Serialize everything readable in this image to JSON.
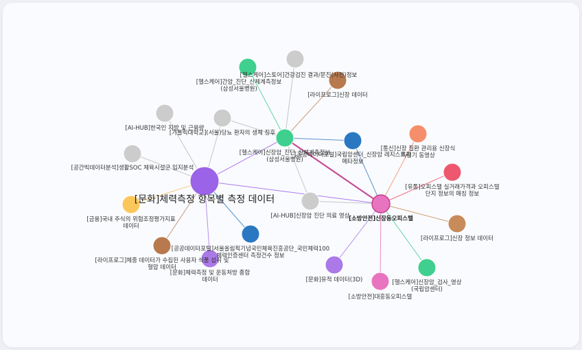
{
  "graph": {
    "nodes": [
      {
        "id": "hub",
        "color": "#9b63e8",
        "lines": [
          "[문화]체력측정 항목별 측정 데이터"
        ]
      },
      {
        "id": "n1",
        "color": "#cccccc",
        "lines": [
          "[AI-HUB]한국인 지방 및 근육량"
        ]
      },
      {
        "id": "n2",
        "color": "#cccccc",
        "lines": [
          "[가톨릭대학교](서울)당뇨 환자의 생체 징후"
        ]
      },
      {
        "id": "n3",
        "color": "#cccccc",
        "lines": [
          "[공간빅데이터분석]생활SOC 체육시설군 입지분석"
        ]
      },
      {
        "id": "n4",
        "color": "#fcc75a",
        "lines": [
          "[금융]국내 주식의 위험조정평가지표",
          "데이터"
        ]
      },
      {
        "id": "n5",
        "color": "#b8794f",
        "lines": [
          "[라이프로그]체중 데이터가 수집된 사용자 식품 섭취 및",
          "혈압 데이터"
        ]
      },
      {
        "id": "n6",
        "color": "#ab79e8",
        "lines": [
          "[문화]체력측정 및 운동처방 종합",
          "데이터"
        ]
      },
      {
        "id": "n7",
        "color": "#2a78c2",
        "lines": [
          "[공공데이터포털]서울올림픽기념국민체육진흥공단_국민체력100",
          "체력인증센터 측정건수 정보"
        ]
      },
      {
        "id": "hub2",
        "color": "#3fcf8e",
        "lines": [
          "[헬스케어]신장암_진단_신체계측정보",
          "(삼성서울병원)"
        ]
      },
      {
        "id": "n8",
        "color": "#3fcf8e",
        "lines": [
          "[헬스케어]간암_진단_신체계측정보",
          "(삼성서울병원)"
        ]
      },
      {
        "id": "n9",
        "color": "#cccccc",
        "lines": [
          "[헬스케어]스토어]건강검진 결과/문진(사전)정보"
        ]
      },
      {
        "id": "n10",
        "color": "#b8794f",
        "lines": [
          "[라이프로그]신장 데이터"
        ]
      },
      {
        "id": "n11",
        "color": "#2a78c2",
        "lines": [
          "[공공데이터포털]국립암센터_신장암 레지스트리",
          "메타정보"
        ]
      },
      {
        "id": "n12",
        "color": "#cccccc",
        "lines": [
          "[AI-HUB]신장암 진단 의료 영상"
        ]
      },
      {
        "id": "hub3",
        "color": "#e874c0",
        "lines": [
          "[소방안전]신장동오피스텔"
        ]
      },
      {
        "id": "n13",
        "color": "#f58e6a",
        "lines": [
          "[통신]신장 질환 관리용 신장식",
          "측정기 동영상"
        ]
      },
      {
        "id": "n14",
        "color": "#ed5870",
        "lines": [
          "[유통]오피스텔 실거래가격과 오피스텔",
          "단지 정보의 매칭 정보"
        ]
      },
      {
        "id": "n15",
        "color": "#c88b5a",
        "lines": [
          "[라이프로그]신장 정보 데이터"
        ]
      },
      {
        "id": "n16",
        "color": "#3fcf8e",
        "lines": [
          "[헬스케어]신장암_검사_영상",
          "(국립암센터)"
        ]
      },
      {
        "id": "n17",
        "color": "#e874c0",
        "lines": [
          "[소방안전]대흥동오피스텔"
        ]
      },
      {
        "id": "n18",
        "color": "#ab79e8",
        "lines": [
          "[문화]유적 데이터(3D)"
        ]
      }
    ],
    "edges": [
      {
        "from": "hub",
        "to": "n1",
        "color": "#bbbbbb"
      },
      {
        "from": "hub",
        "to": "n2",
        "color": "#bbbbbb"
      },
      {
        "from": "hub",
        "to": "n3",
        "color": "#bbbbbb"
      },
      {
        "from": "hub",
        "to": "n4",
        "color": "#f2c46a"
      },
      {
        "from": "hub",
        "to": "n5",
        "color": "#c08a64"
      },
      {
        "from": "hub",
        "to": "n6",
        "color": "#ab79e8"
      },
      {
        "from": "hub",
        "to": "n7",
        "color": "#3b7fc4"
      },
      {
        "from": "hub",
        "to": "hub2",
        "color": "#9b63e8"
      },
      {
        "from": "hub",
        "to": "hub3",
        "color": "#9b63e8"
      },
      {
        "from": "hub2",
        "to": "n8",
        "color": "#3fcf8e"
      },
      {
        "from": "hub2",
        "to": "n9",
        "color": "#bbbbbb"
      },
      {
        "from": "hub2",
        "to": "n10",
        "color": "#c08a64"
      },
      {
        "from": "hub2",
        "to": "n11",
        "color": "#3b7fc4"
      },
      {
        "from": "hub2",
        "to": "n12",
        "color": "#bbbbbb"
      },
      {
        "from": "hub2",
        "to": "n2",
        "color": "#bbbbbb"
      },
      {
        "from": "hub2",
        "to": "hub3",
        "color": "#c2418f"
      },
      {
        "from": "hub3",
        "to": "n11",
        "color": "#3b7fc4"
      },
      {
        "from": "hub3",
        "to": "n12",
        "color": "#bbbbbb"
      },
      {
        "from": "hub3",
        "to": "n13",
        "color": "#f58e6a"
      },
      {
        "from": "hub3",
        "to": "n14",
        "color": "#ed5870"
      },
      {
        "from": "hub3",
        "to": "n15",
        "color": "#c88b5a"
      },
      {
        "from": "hub3",
        "to": "n16",
        "color": "#3fcf8e"
      },
      {
        "from": "hub3",
        "to": "n17",
        "color": "#e874c0"
      },
      {
        "from": "hub3",
        "to": "n18",
        "color": "#ab79e8"
      }
    ]
  }
}
